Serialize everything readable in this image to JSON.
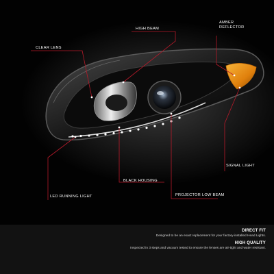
{
  "callouts": {
    "clear_lens": "CLEAR LENS",
    "high_beam": "HIGH BEAM",
    "amber_reflector": "AMBER\nREFLECTOR",
    "signal_light": "SIGNAL LIGHT",
    "black_housing": "BLACK HOUSING",
    "led_running_light": "LED RUNNING LIGHT",
    "projector_low_beam": "PROJECTOR LOW BEAM"
  },
  "footer": {
    "direct_fit_title": "DIRECT FIT",
    "direct_fit_text": "Designed to be an exact replacement for your factory-installed Head Lights.",
    "high_quality_title": "HIGH QUALITY",
    "high_quality_text": "Inspected in 3 steps and vacuum tested to ensure the lenses are air-tight and water resistant."
  },
  "colors": {
    "background": "#020202",
    "callout_line": "#b81a2a",
    "amber": "#e8890f",
    "footer_bg": "#121212"
  }
}
